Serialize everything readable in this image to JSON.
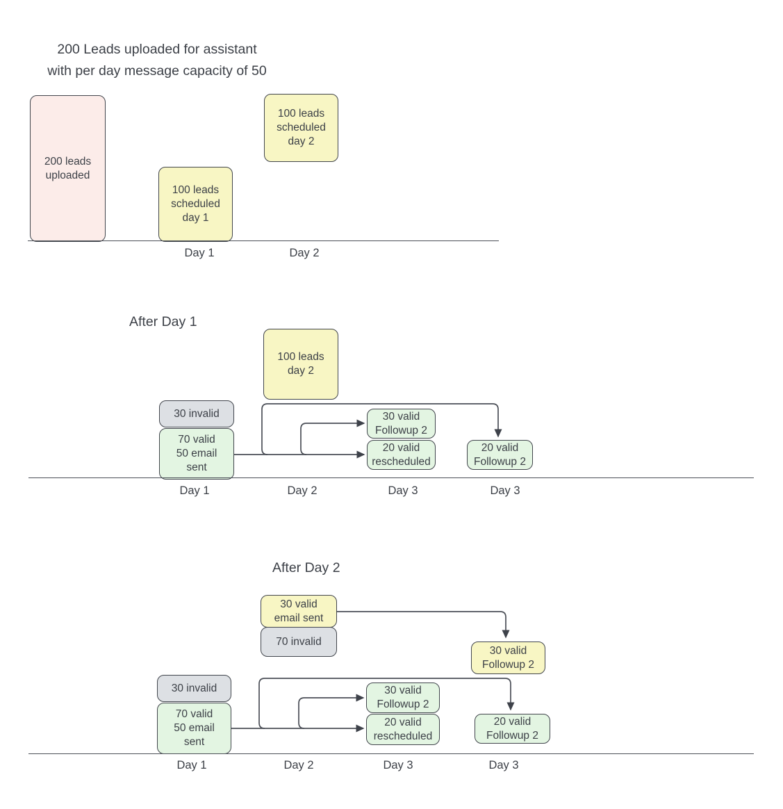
{
  "colors": {
    "pink": "#fcece9",
    "yellow": "#f8f6c4",
    "gray": "#dde0e4",
    "green": "#e3f5e2",
    "stroke": "#41454c",
    "line": "#4b4f57",
    "text": "#3b3f46"
  },
  "titles": {
    "main": "200 Leads uploaded for assistant\nwith per day message capacity of 50",
    "after_day_1": "After Day 1",
    "after_day_2": "After Day 2"
  },
  "sections": {
    "upload": {
      "boxes": {
        "uploaded": "200 leads\nuploaded",
        "scheduled_day1": "100 leads\nscheduled\nday 1",
        "scheduled_day2": "100 leads\nscheduled\nday 2"
      },
      "axis": [
        "Day 1",
        "Day 2"
      ]
    },
    "after_day1": {
      "boxes": {
        "leads_day2": "100 leads\nday 2",
        "invalid30": "30 invalid",
        "valid70": "70 valid\n50 email\nsent",
        "followup30": "30 valid\nFollowup 2",
        "rescheduled20": "20 valid\nrescheduled",
        "followup20": "20 valid\nFollowup 2"
      },
      "axis": [
        "Day 1",
        "Day 2",
        "Day 3",
        "Day 3"
      ]
    },
    "after_day2": {
      "boxes": {
        "email_sent30": "30 valid\nemail sent",
        "invalid70": "70 invalid",
        "followup30_yellow": "30 valid\nFollowup 2",
        "invalid30": "30 invalid",
        "valid70": "70 valid\n50 email\nsent",
        "followup30": "30 valid\nFollowup 2",
        "rescheduled20": "20 valid\nrescheduled",
        "followup20": "20 valid\nFollowup 2"
      },
      "axis": [
        "Day 1",
        "Day 2",
        "Day 3",
        "Day 3"
      ]
    }
  }
}
